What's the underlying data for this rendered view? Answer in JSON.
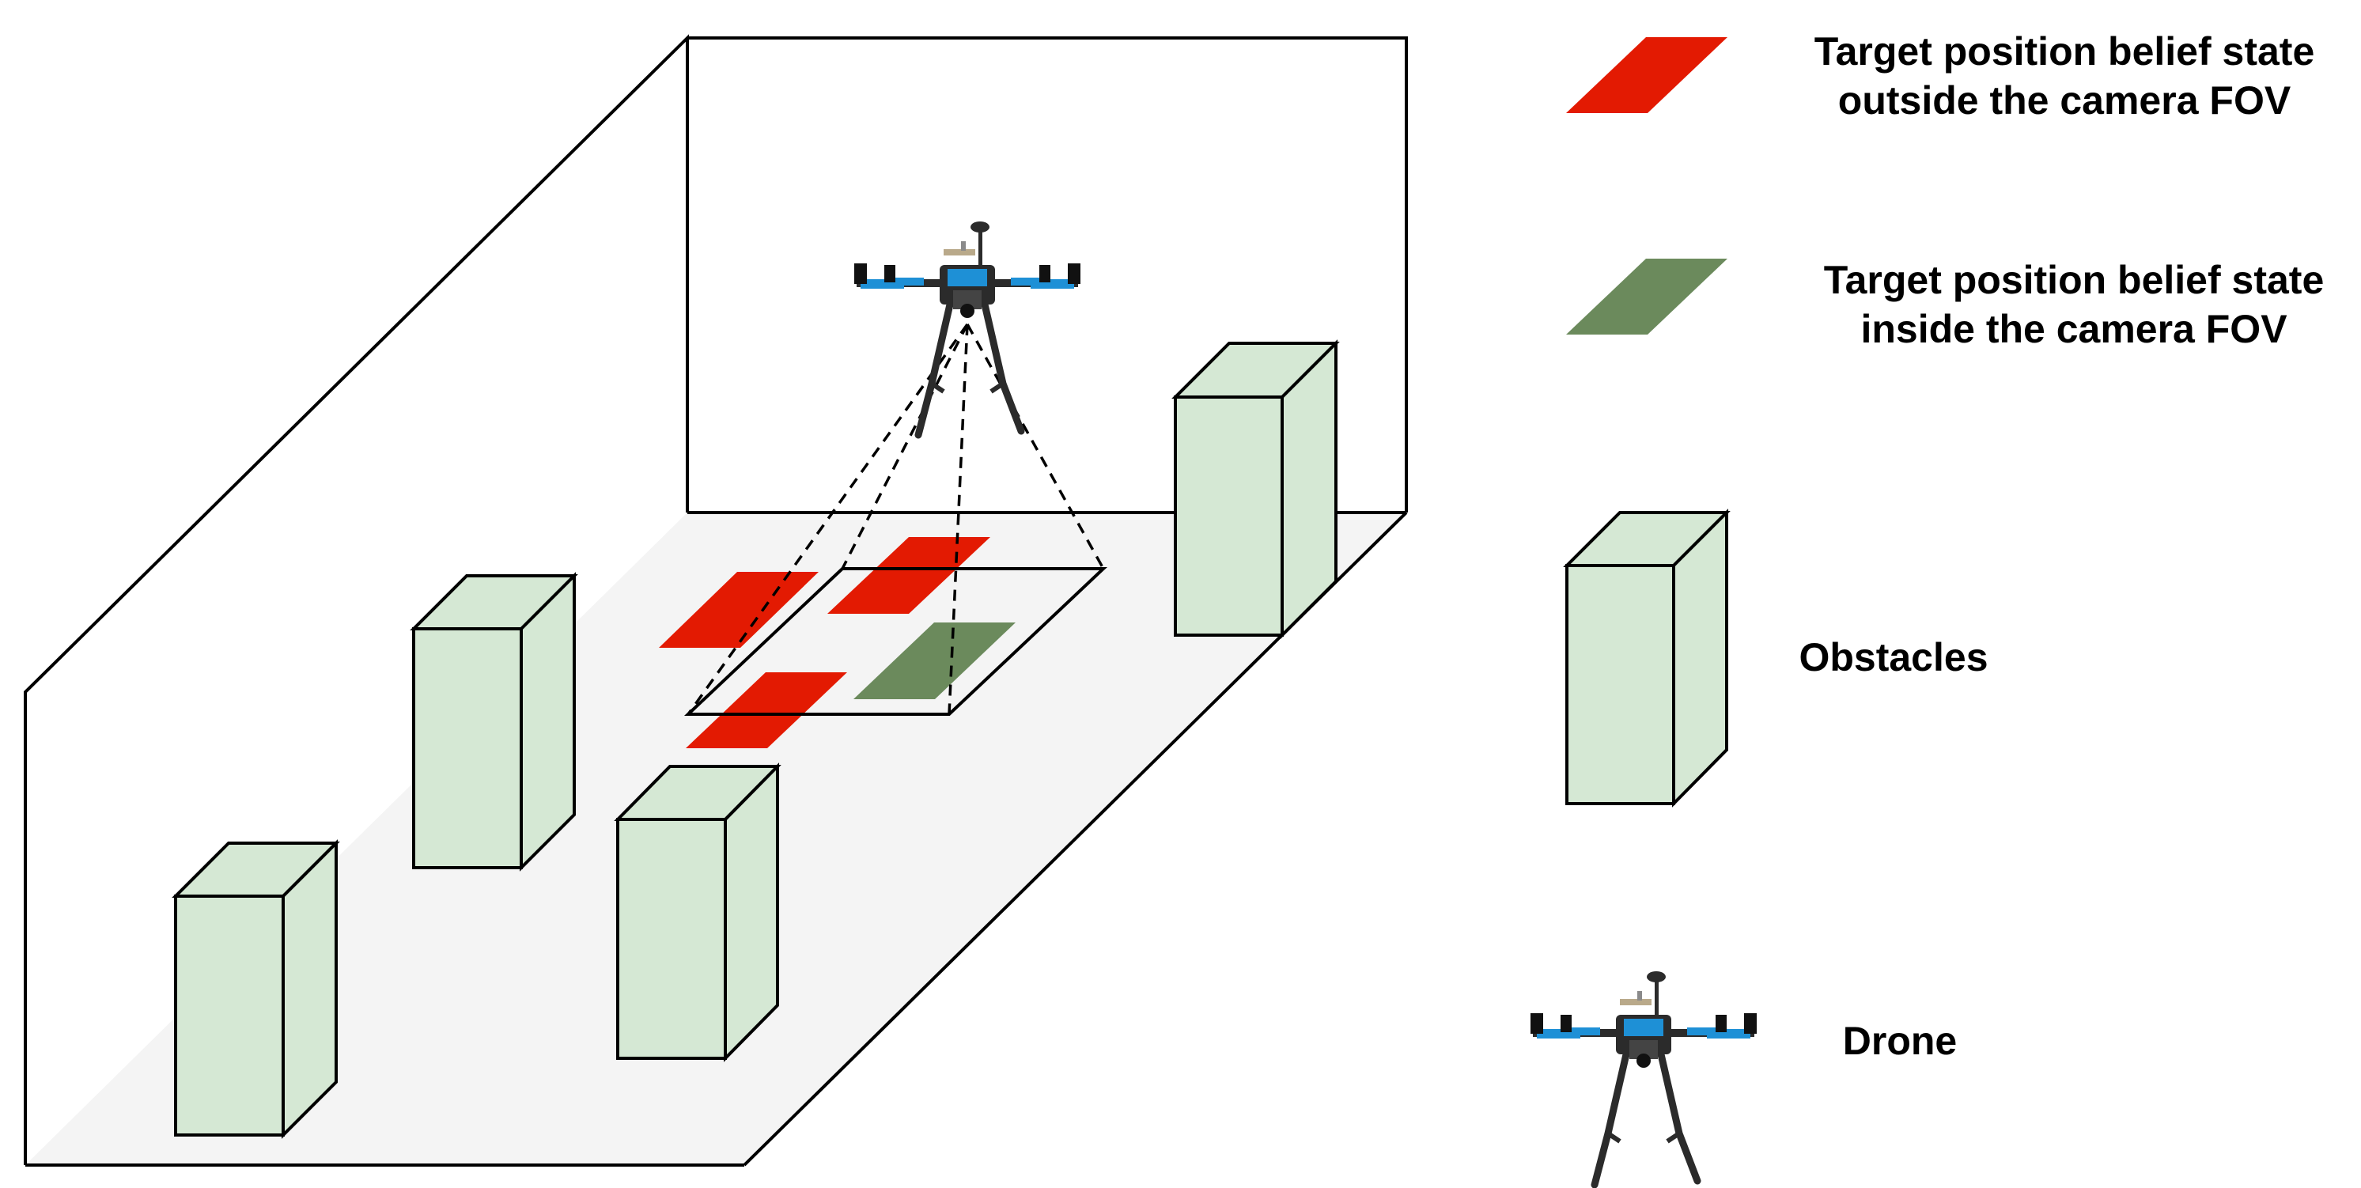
{
  "legend": {
    "belief_outside": {
      "line1": "Target position belief state",
      "line2": "outside the camera FOV",
      "color": "#e31a02"
    },
    "belief_inside": {
      "line1": "Target position belief state",
      "line2": "inside the camera FOV",
      "color": "#6b8a5c"
    },
    "obstacles": {
      "label": "Obstacles",
      "color": "#d5e8d4"
    },
    "drone": {
      "label": "Drone"
    }
  },
  "colors": {
    "floor": "#f4f4f4",
    "outline": "#000000",
    "obstacle_fill": "#d5e8d4",
    "drone_arm_accent": "#1e90d6",
    "drone_body": "#2b2b2b"
  }
}
